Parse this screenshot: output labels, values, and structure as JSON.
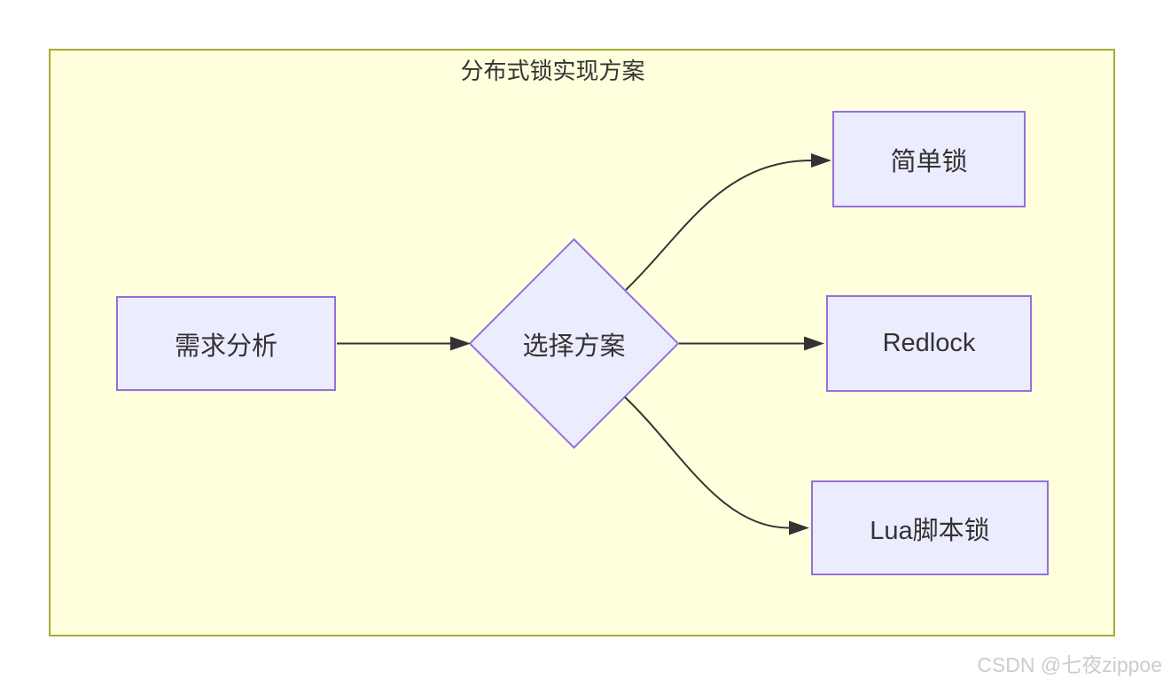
{
  "page": {
    "background_color": "#ffffff",
    "watermark": "CSDN @七夜zippoe"
  },
  "diagram": {
    "type": "flowchart",
    "title": "分布式锁实现方案",
    "colors": {
      "cluster_fill": "#ffffde",
      "cluster_border": "#aaaa33",
      "node_fill": "#ececff",
      "node_border": "#9370db",
      "edge_color": "#333333",
      "label_color": "#333333",
      "watermark_color": "#cccccc"
    },
    "nodes": {
      "requirements": {
        "label": "需求分析",
        "shape": "rectangle"
      },
      "choose": {
        "label": "选择方案",
        "shape": "diamond"
      },
      "simple": {
        "label": "简单锁",
        "shape": "rectangle"
      },
      "redlock": {
        "label": "Redlock",
        "shape": "rectangle"
      },
      "lua": {
        "label": "Lua脚本锁",
        "shape": "rectangle"
      }
    },
    "edges": [
      {
        "from": "需求分析",
        "to": "选择方案",
        "style": "straight-arrow"
      },
      {
        "from": "选择方案",
        "to": "简单锁",
        "style": "curved-arrow"
      },
      {
        "from": "选择方案",
        "to": "Redlock",
        "style": "straight-arrow"
      },
      {
        "from": "选择方案",
        "to": "Lua脚本锁",
        "style": "curved-arrow"
      }
    ]
  }
}
